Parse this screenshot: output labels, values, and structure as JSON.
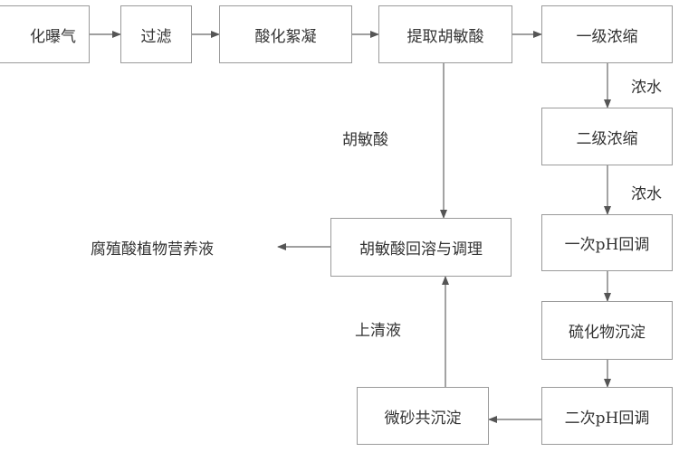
{
  "nodes": {
    "aeration": "化曝气",
    "filtration": "过滤",
    "acidify": "酸化絮凝",
    "extract": "提取胡敏酸",
    "conc1": "一级浓缩",
    "conc2": "二级浓缩",
    "ph1": "一次pH回调",
    "sulfide": "硫化物沉淀",
    "ph2": "二次pH回调",
    "microsand": "微砂共沉淀",
    "redissolve": "胡敏酸回溶与调理",
    "product": "腐殖酸植物营养液"
  },
  "edge_labels": {
    "humic_acid": "胡敏酸",
    "concentrate_1": "浓水",
    "concentrate_2": "浓水",
    "supernatant": "上清液"
  },
  "colors": {
    "border": "#9a9a9a",
    "line": "#666666",
    "text": "#333333"
  }
}
